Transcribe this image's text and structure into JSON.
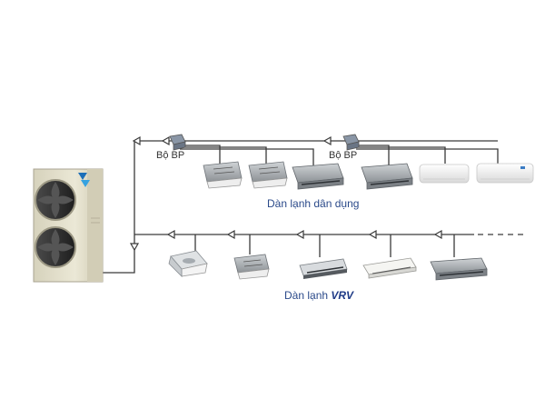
{
  "bp_box_label": "Bộ BP",
  "residential_group_label": "Dàn lạnh dân dụng",
  "vrv_group_label_prefix": "Dàn lạnh",
  "vrv_group_label_brand": "VRV",
  "colors": {
    "pipe": "#3a3a3a",
    "label_text": "#2b4a8a",
    "outdoor_unit": "#e4e0cc",
    "daikin_blue": "#1d6fb8"
  },
  "outdoor_unit": {
    "brand": "daikin"
  },
  "icons": [
    "outdoor-unit-icon",
    "bp-box-icon",
    "cassette-unit-icon",
    "ducted-unit-icon",
    "wall-mounted-unit-icon",
    "ceiling-suspended-unit-icon"
  ]
}
